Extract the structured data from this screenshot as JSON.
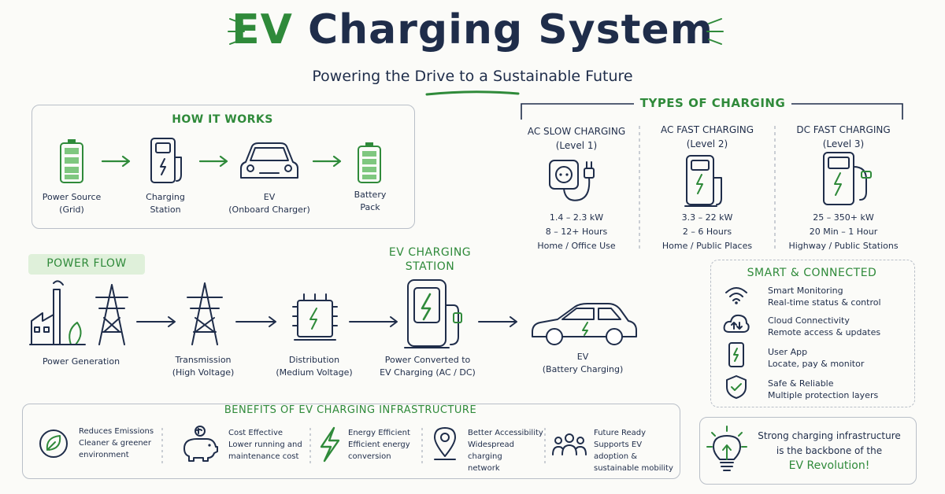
{
  "header": {
    "title_ev": "EV",
    "title_rest": "Charging System",
    "subtitle": "Powering the Drive to a Sustainable Future"
  },
  "how_it_works": {
    "title": "HOW IT WORKS",
    "steps": [
      {
        "line1": "Power Source",
        "line2": "(Grid)"
      },
      {
        "line1": "Charging",
        "line2": "Station"
      },
      {
        "line1": "EV",
        "line2": "(Onboard Charger)"
      },
      {
        "line1": "Battery",
        "line2": "Pack"
      }
    ]
  },
  "types": {
    "title": "TYPES OF CHARGING",
    "columns": [
      {
        "name": "AC SLOW CHARGING",
        "level": "(Level 1)",
        "power": "1.4 – 2.3 kW",
        "time": "8 – 12+ Hours",
        "use": "Home / Office Use"
      },
      {
        "name": "AC FAST CHARGING",
        "level": "(Level 2)",
        "power": "3.3 – 22 kW",
        "time": "2 – 6 Hours",
        "use": "Home / Public Places"
      },
      {
        "name": "DC FAST CHARGING",
        "level": "(Level 3)",
        "power": "25 – 350+ kW",
        "time": "20 Min – 1 Hour",
        "use": "Highway / Public Stations"
      }
    ]
  },
  "power_flow": {
    "title": "POWER FLOW",
    "station_title_1": "EV CHARGING",
    "station_title_2": "STATION",
    "stages": [
      {
        "line1": "Power Generation",
        "line2": ""
      },
      {
        "line1": "Transmission",
        "line2": "(High Voltage)"
      },
      {
        "line1": "Distribution",
        "line2": "(Medium Voltage)"
      },
      {
        "line1": "Power Converted to",
        "line2": "EV Charging (AC / DC)"
      },
      {
        "line1": "EV",
        "line2": "(Battery Charging)"
      }
    ]
  },
  "smart": {
    "title": "SMART & CONNECTED",
    "items": [
      {
        "icon": "wifi-icon",
        "title": "Smart Monitoring",
        "desc": "Real-time status & control"
      },
      {
        "icon": "cloud-icon",
        "title": "Cloud Connectivity",
        "desc": "Remote access & updates"
      },
      {
        "icon": "phone-icon",
        "title": "User App",
        "desc": "Locate, pay & monitor"
      },
      {
        "icon": "shield-icon",
        "title": "Safe & Reliable",
        "desc": "Multiple protection layers"
      }
    ]
  },
  "benefits": {
    "title": "BENEFITS OF EV CHARGING INFRASTRUCTURE",
    "items": [
      {
        "icon": "leaf-icon",
        "title": "Reduces Emissions",
        "l1": "Cleaner & greener",
        "l2": "environment"
      },
      {
        "icon": "piggy-bank-icon",
        "title": "Cost Effective",
        "l1": "Lower running and",
        "l2": "maintenance cost"
      },
      {
        "icon": "bolt-icon",
        "title": "Energy Efficient",
        "l1": "Efficient energy",
        "l2": "conversion"
      },
      {
        "icon": "location-pin-icon",
        "title": "Better Accessibility",
        "l1": "Widespread charging",
        "l2": "network"
      },
      {
        "icon": "people-icon",
        "title": "Future Ready",
        "l1": "Supports EV adoption &",
        "l2": "sustainable mobility"
      }
    ]
  },
  "callout": {
    "line1": "Strong charging infrastructure",
    "line2": "is the backbone of the",
    "line3": "EV Revolution!"
  },
  "colors": {
    "green": "#2f8a3a",
    "navy": "#1f2d4a",
    "border": "#b9bfc8"
  }
}
